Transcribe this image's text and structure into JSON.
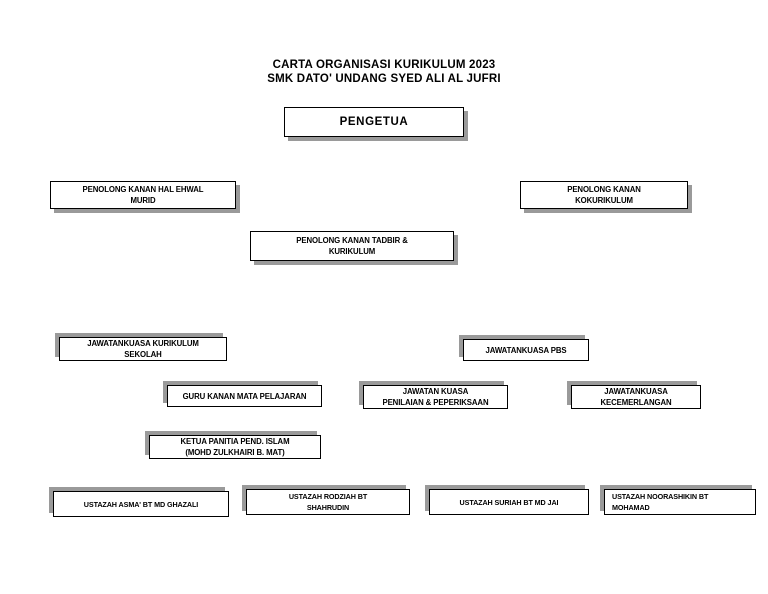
{
  "document": {
    "title_line1": "CARTA ORGANISASI KURIKULUM 2023",
    "title_line2": "SMK DATO' UNDANG SYED ALI AL JUFRI",
    "background_color": "#ffffff",
    "box_border_color": "#000000",
    "box_fill_color": "#ffffff",
    "shadow_color": "#9a9a9a"
  },
  "chart_data": {
    "type": "diagram",
    "subtype": "organization-chart",
    "title": "CARTA ORGANISASI KURIKULUM 2023 SMK DATO' UNDANG SYED ALI AL JUFRI",
    "levels": [
      {
        "level": 1,
        "nodes": [
          "PENGETUA"
        ]
      },
      {
        "level": 2,
        "nodes": [
          "PENOLONG KANAN HAL EHWAL MURID",
          "PENOLONG KANAN KOKURIKULUM",
          "PENOLONG KANAN TADBIR & KURIKULUM"
        ]
      },
      {
        "level": 3,
        "nodes": [
          "JAWATANKUASA KURIKULUM SEKOLAH",
          "JAWATANKUASA PBS"
        ]
      },
      {
        "level": 4,
        "nodes": [
          "GURU KANAN MATA PELAJARAN",
          "JAWATAN KUASA PENILAIAN & PEPERIKSAAN",
          "JAWATANKUASA KECEMERLANGAN"
        ]
      },
      {
        "level": 5,
        "nodes": [
          "KETUA PANITIA PEND. ISLAM (MOHD ZULKHAIRI B. MAT)"
        ]
      },
      {
        "level": 6,
        "nodes": [
          "USTAZAH ASMA' BT MD GHAZALI",
          "USTAZAH RODZIAH BT SHAHRUDIN",
          "USTAZAH SURIAH BT MD JAI",
          "USTAZAH NOORASHIKIN BT MOHAMAD"
        ]
      }
    ]
  },
  "nodes": {
    "pengetua": {
      "label": "PENGETUA"
    },
    "pk_hem": {
      "line1": "PENOLONG KANAN HAL EHWAL",
      "line2": "MURID"
    },
    "pk_koku": {
      "line1": "PENOLONG KANAN",
      "line2": "KOKURIKULUM"
    },
    "pk_tadbir": {
      "line1": "PENOLONG KANAN TADBIR &",
      "line2": "KURIKULUM"
    },
    "jk_kurikulum": {
      "line1": "JAWATANKUASA KURIKULUM",
      "line2": "SEKOLAH"
    },
    "jk_pbs": {
      "label": "JAWATANKUASA PBS"
    },
    "gkmp": {
      "label": "GURU KANAN MATA PELAJARAN"
    },
    "jk_penilaian": {
      "line1": "JAWATAN KUASA",
      "line2": "PENILAIAN & PEPERIKSAAN"
    },
    "jk_kecemerlangan": {
      "line1": "JAWATANKUASA",
      "line2": "KECEMERLANGAN"
    },
    "ketua_panitia": {
      "line1": "KETUA PANITIA PEND. ISLAM",
      "line2": "(MOHD ZULKHAIRI B. MAT)"
    },
    "guru_asma": {
      "label": "USTAZAH ASMA' BT MD GHAZALI"
    },
    "guru_rodziah": {
      "line1": "USTAZAH RODZIAH BT",
      "line2": "SHAHRUDIN"
    },
    "guru_suriah": {
      "label": "USTAZAH SURIAH BT MD JAI"
    },
    "guru_noorashikin": {
      "line1": "USTAZAH NOORASHIKIN BT",
      "line2": "MOHAMAD"
    }
  }
}
